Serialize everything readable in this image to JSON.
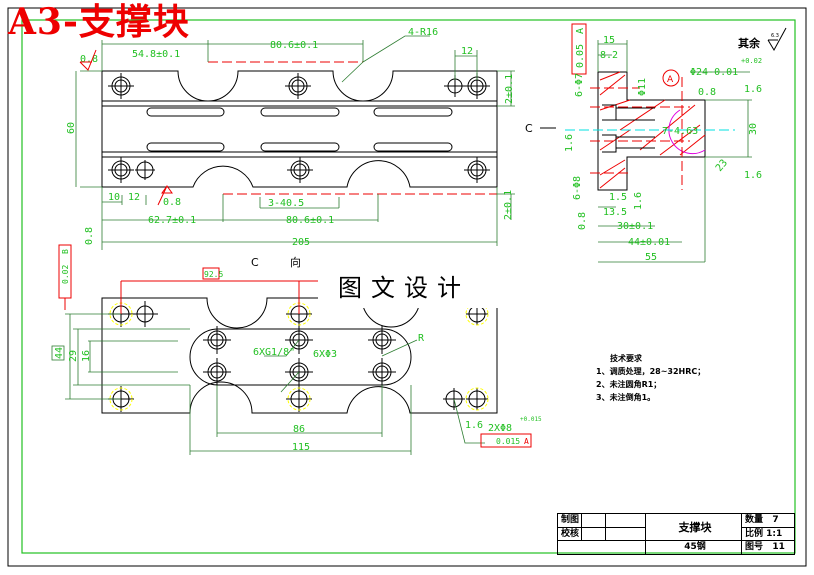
{
  "drawing_title": "A3-支撑块",
  "watermark": "图文设计",
  "section_label_c": "C",
  "section_label_dir": "向",
  "roughness_note": "其余",
  "roughness_other": "6.3",
  "datum_a": "A",
  "top_view_dims": [
    "54.8±0.1",
    "80.6±0.1",
    "4-R16",
    "12",
    "2±0.1",
    "60",
    "10",
    "12",
    "0.8",
    "3-40.5",
    "62.7±0.1",
    "80.6±0.1",
    "205",
    "2±0.1",
    "0.8",
    "0.8"
  ],
  "side_view_dims": [
    "15",
    "8.2",
    "6-Φ7",
    "Φ11",
    "Φ24-0.01",
    "+0.02",
    "0.8",
    "1.6",
    "1.6",
    "1.6",
    "7-4.63",
    "30",
    "23",
    "6-Φ8",
    "1.5",
    "13.5",
    "30±0.1",
    "44±0.01",
    "55",
    "1.6",
    "0.8",
    "0.05",
    "A"
  ],
  "bottom_view_dims": [
    "92.5",
    "0.02",
    "B",
    "44",
    "29",
    "16",
    "6XG1/8\"",
    "6XΦ3",
    "R",
    "86",
    "115",
    "1.6",
    "2XΦ8",
    "+0.015",
    "0.015",
    "A"
  ],
  "technical_requirements": {
    "title": "技术要求",
    "items": [
      "1、调质处理，28~32HRC；",
      "2、未注圆角R1；",
      "3、未注倒角1。"
    ]
  },
  "title_block": {
    "drawn_label": "制图",
    "checked_label": "校核",
    "part_name": "支撑块",
    "material": "45钢",
    "qty_label": "数量",
    "qty": "7",
    "scale_label": "比例",
    "scale": "1:1",
    "dwg_no_label": "图号",
    "dwg_no": "11"
  },
  "colors": {
    "outline": "#000000",
    "dimension": "#22c022",
    "center_red": "#e00000",
    "hole_highlight": "#ffff00",
    "center_cyan": "#00e0e0",
    "arc_magenta": "#e000e0"
  }
}
